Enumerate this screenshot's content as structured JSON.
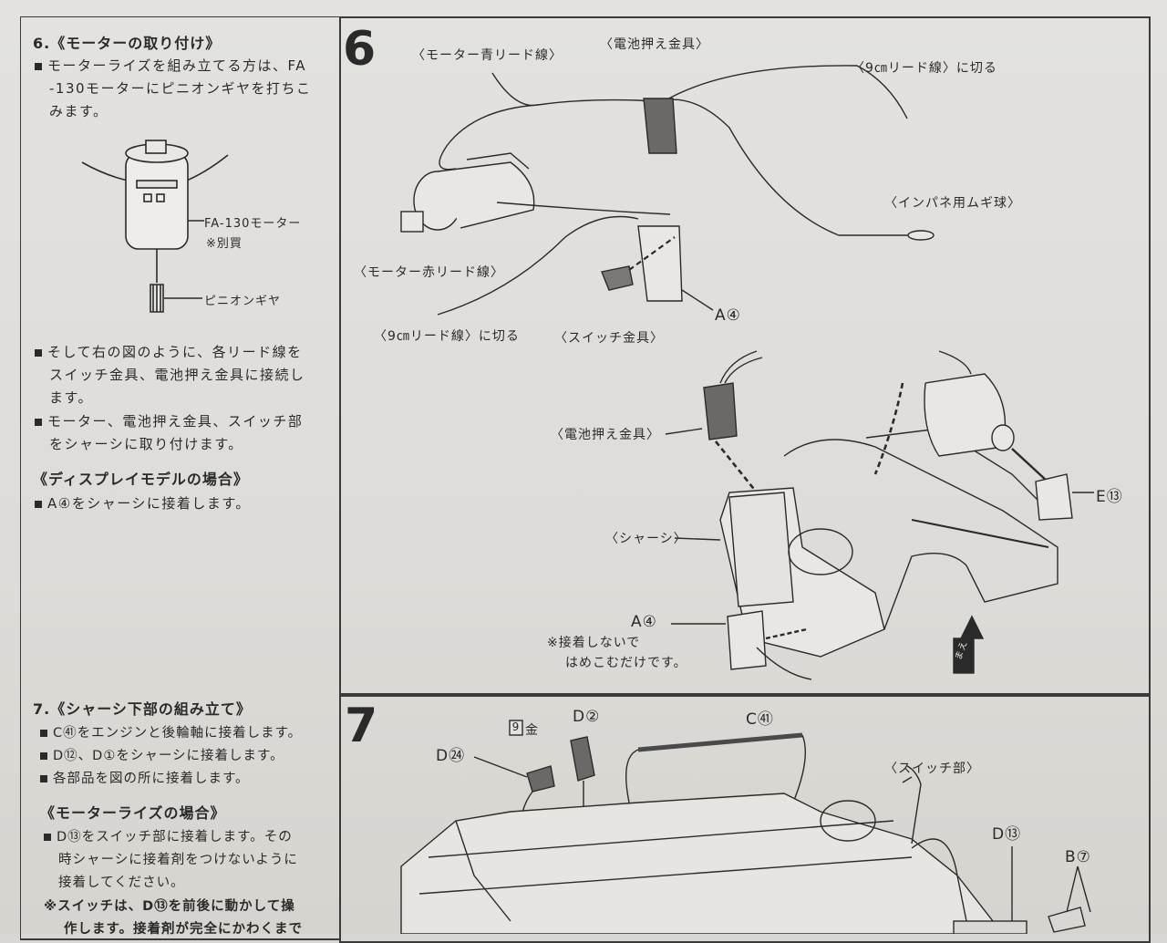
{
  "left": {
    "s6_title": "6.《モーターの取り付け》",
    "s6_b1_l1": "モーターライズを組み立てる方は、FA",
    "s6_b1_l2": "-130モーターにピニオンギヤを打ちこ",
    "s6_b1_l3": "みます。",
    "fa130_l1": "FA-130モーター",
    "fa130_l2": "※別買",
    "pinion": "ピニオンギヤ",
    "s6_b2_l1": "そして右の図のように、各リード線を",
    "s6_b2_l2": "スイッチ金具、電池押え金具に接続し",
    "s6_b2_l3": "ます。",
    "s6_b3_l1": "モーター、電池押え金具、スイッチ部",
    "s6_b3_l2": "をシャーシに取り付けます。",
    "display_title": "《ディスプレイモデルの場合》",
    "display_b1": "A④をシャーシに接着します。",
    "s7_title": "7.《シャーシ下部の組み立て》",
    "s7_b1": "C㊶をエンジンと後輪軸に接着します。",
    "s7_b2": "D⑫、D①をシャーシに接着します。",
    "s7_b3": "各部品を図の所に接着します。",
    "motorize_title": "《モーターライズの場合》",
    "m_b1_l1": "D⑬をスイッチ部に接着します。その",
    "m_b1_l2": "時シャーシに接着剤をつけないように",
    "m_b1_l3": "接着してください。",
    "m_note_l1": "※スイッチは、D⑬を前後に動かして操",
    "m_note_l2": "作します。接着剤が完全にかわくまで"
  },
  "panel6": {
    "number": "6",
    "blue_lead": "〈モーター青リード線〉",
    "battery_clip_top": "〈電池押え金具〉",
    "lead_9cm_top": "〈9㎝リード線〉に切る",
    "panel_bulb": "〈インパネ用ムギ球〉",
    "red_lead": "〈モーター赤リード線〉",
    "a4_top": "A④",
    "lead_9cm_bottom": "〈9㎝リード線〉に切る",
    "switch_clip": "〈スイッチ金具〉",
    "battery_clip_mid": "〈電池押え金具〉",
    "e13": "E⑬",
    "chassis": "〈シャーシ〉",
    "a4_bottom": "A④",
    "note_l1": "※接着しないで",
    "note_l2": "はめこむだけです。",
    "front": "まえ"
  },
  "panel7": {
    "number": "7",
    "nine_gold": "金",
    "nine_box": "9",
    "d2": "D②",
    "c41": "C㊶",
    "d24": "D㉔",
    "switch_part": "〈スイッチ部〉",
    "d13": "D⑬",
    "b7": "B⑦"
  }
}
